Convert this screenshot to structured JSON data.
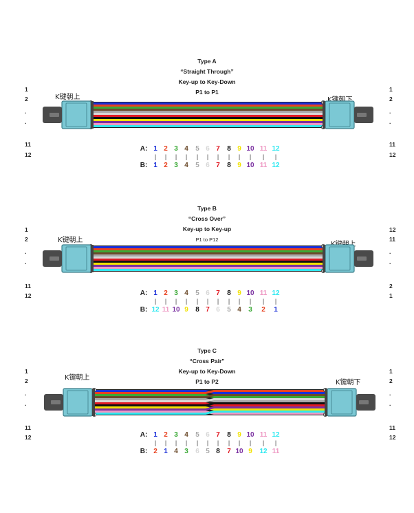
{
  "colors": [
    "#1a2fd8",
    "#e8411f",
    "#3aa935",
    "#6b4a2a",
    "#a8a8a8",
    "#d8d8d8",
    "#e01b24",
    "#111111",
    "#f2e200",
    "#7a2fa0",
    "#ee9ac4",
    "#2ee8f0"
  ],
  "connector_color": "#7bc8d4",
  "sections": [
    {
      "id": "type-a",
      "title": "Type A",
      "subtitle": "“Straight Through”",
      "keying": "Key-up to Key-Down",
      "polarity": "P1 to P1",
      "left_pins": [
        "1",
        "2",
        ".",
        ".",
        "11",
        "12"
      ],
      "right_pins": [
        "1",
        "2",
        ".",
        ".",
        "11",
        "12"
      ],
      "left_key": "K键朝上",
      "right_key": "K键朝下",
      "crossover": false,
      "row_a_label": "A:",
      "row_b_label": "B:",
      "a": [
        1,
        2,
        3,
        4,
        5,
        6,
        7,
        8,
        9,
        10,
        11,
        12
      ],
      "b": [
        1,
        2,
        3,
        4,
        5,
        6,
        7,
        8,
        9,
        10,
        11,
        12
      ]
    },
    {
      "id": "type-b",
      "title": "Type B",
      "subtitle": "“Cross Over”",
      "keying": "Key-up to Key-up",
      "polarity": "P1 to P12",
      "left_pins": [
        "1",
        "2",
        ".",
        ".",
        "11",
        "12"
      ],
      "right_pins": [
        "12",
        "11",
        ".",
        ".",
        "2",
        "1"
      ],
      "left_key": "K键朝上",
      "right_key": "K键朝上",
      "crossover": false,
      "row_a_label": "A:",
      "row_b_label": "B:",
      "a": [
        1,
        2,
        3,
        4,
        5,
        6,
        7,
        8,
        9,
        10,
        11,
        12
      ],
      "b": [
        12,
        11,
        10,
        9,
        8,
        7,
        6,
        5,
        4,
        3,
        2,
        1
      ]
    },
    {
      "id": "type-c",
      "title": "Type C",
      "subtitle": "“Cross Pair”",
      "keying": "Key-up to Key-Down",
      "polarity": "P1 to P2",
      "left_pins": [
        "1",
        "2",
        ".",
        ".",
        "11",
        "12"
      ],
      "right_pins": [
        "1",
        "2",
        ".",
        ".",
        "11",
        "12"
      ],
      "left_key": "K键朝上",
      "right_key": "K键朝下",
      "crossover": true,
      "row_a_label": "A:",
      "row_b_label": "B:",
      "a": [
        1,
        2,
        3,
        4,
        5,
        6,
        7,
        8,
        9,
        10,
        11,
        12
      ],
      "b": [
        2,
        1,
        4,
        3,
        6,
        5,
        8,
        7,
        10,
        9,
        12,
        11
      ]
    }
  ]
}
